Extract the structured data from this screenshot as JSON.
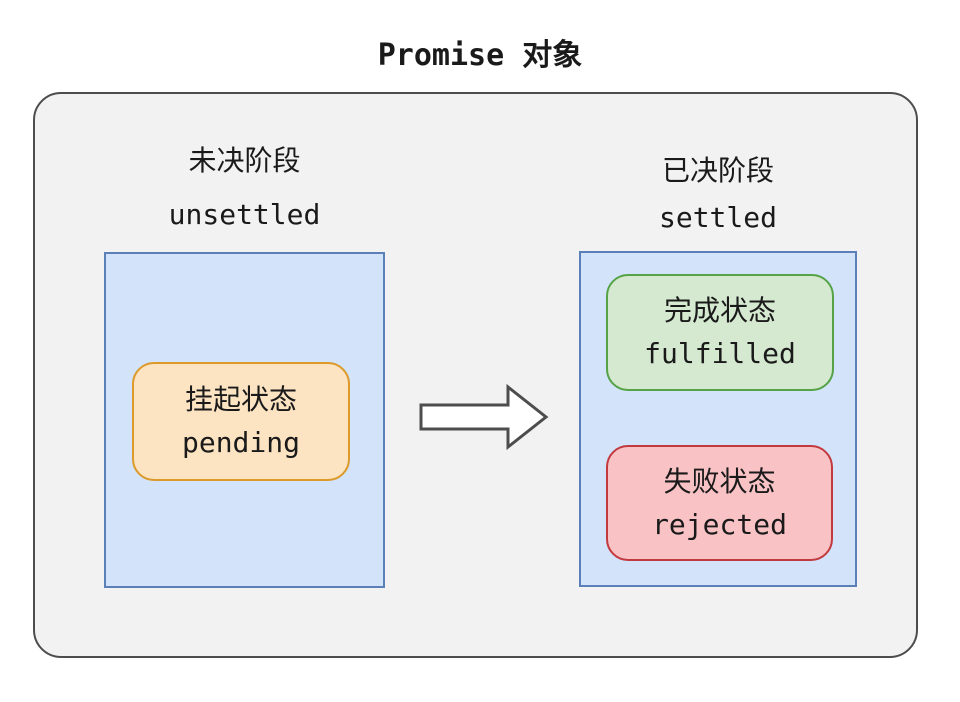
{
  "title": "Promise 对象",
  "stages": {
    "unsettled": {
      "label_zh": "未决阶段",
      "label_en": "unsettled",
      "states": [
        {
          "label_zh": "挂起状态",
          "label_en": "pending",
          "color": "orange"
        }
      ]
    },
    "settled": {
      "label_zh": "已决阶段",
      "label_en": "settled",
      "states": [
        {
          "label_zh": "完成状态",
          "label_en": "fulfilled",
          "color": "green"
        },
        {
          "label_zh": "失败状态",
          "label_en": "rejected",
          "color": "red"
        }
      ]
    }
  },
  "icons": {
    "flow_arrow": "right-block-arrow"
  },
  "colors": {
    "container_fill": "#f2f2f2",
    "container_border": "#4d4d4d",
    "stage_fill": "#d2e3fa",
    "stage_border": "#5b80b9",
    "pending_fill": "#fce3c2",
    "pending_border": "#db9a29",
    "fulfilled_fill": "#d5e9d0",
    "fulfilled_border": "#55a346",
    "rejected_fill": "#f9c3c6",
    "rejected_border": "#c2393e",
    "arrow_fill": "#ffffff",
    "arrow_border": "#4d4d4d",
    "text": "#1a1a1a"
  }
}
